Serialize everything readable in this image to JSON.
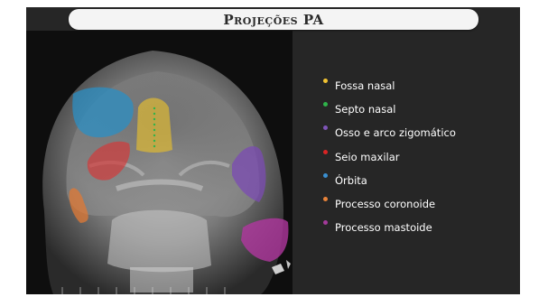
{
  "slide": {
    "title": "Projeções PA"
  },
  "legend": {
    "items": [
      {
        "label": "Fossa nasal",
        "color": "#f1c232"
      },
      {
        "label": "Septo nasal",
        "color": "#2fb34a"
      },
      {
        "label": "Osso e arco zigomático",
        "color": "#7e55b8"
      },
      {
        "label": "Seio maxilar",
        "color": "#d92424"
      },
      {
        "label": "Órbita",
        "color": "#3a8fd0"
      },
      {
        "label": "Processo coronoide",
        "color": "#e8833a"
      },
      {
        "label": "Processo mastoide",
        "color": "#a33a9a"
      }
    ]
  },
  "overlays": {
    "orbita_color": "#2b8fc4",
    "fossa_color": "#d8b638",
    "septo_color": "#2fb34a",
    "seio_color": "#d23a3a",
    "zigomatico_color": "#7b4bb3",
    "coronoide_color": "#e07a36",
    "mastoide_color": "#b0379f"
  }
}
